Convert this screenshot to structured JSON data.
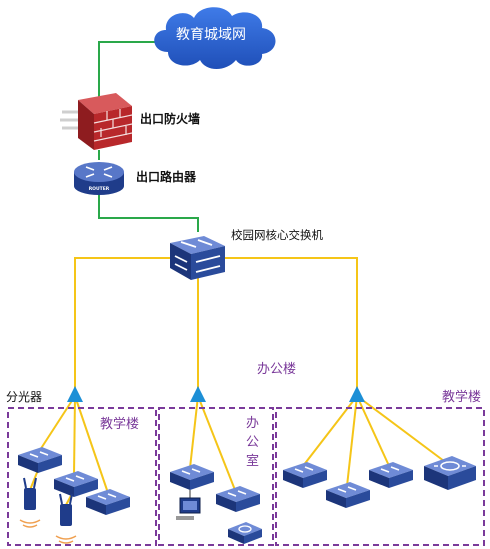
{
  "diagram": {
    "internet_label": "教育城域网",
    "firewall_label": "出口防火墙",
    "router_label": "出口路由器",
    "router_badge": "ROUTER",
    "core_switch_label": "校园网核心交换机",
    "middle_building_label": "办公楼",
    "splitter_label": "分光器",
    "left_group_label": "教学楼",
    "middle_group_label": "办公室",
    "right_group_label": "教学楼"
  },
  "colors": {
    "fiber_line": "#f5c518",
    "uplink_line": "#2aa84a",
    "device_blue": "#2a4b9b",
    "splitter_blue": "#1d8fd6",
    "firewall_red": "#b8282b",
    "group_border": "#7a3a9a",
    "cloud_blue": "#2a5fd0"
  }
}
